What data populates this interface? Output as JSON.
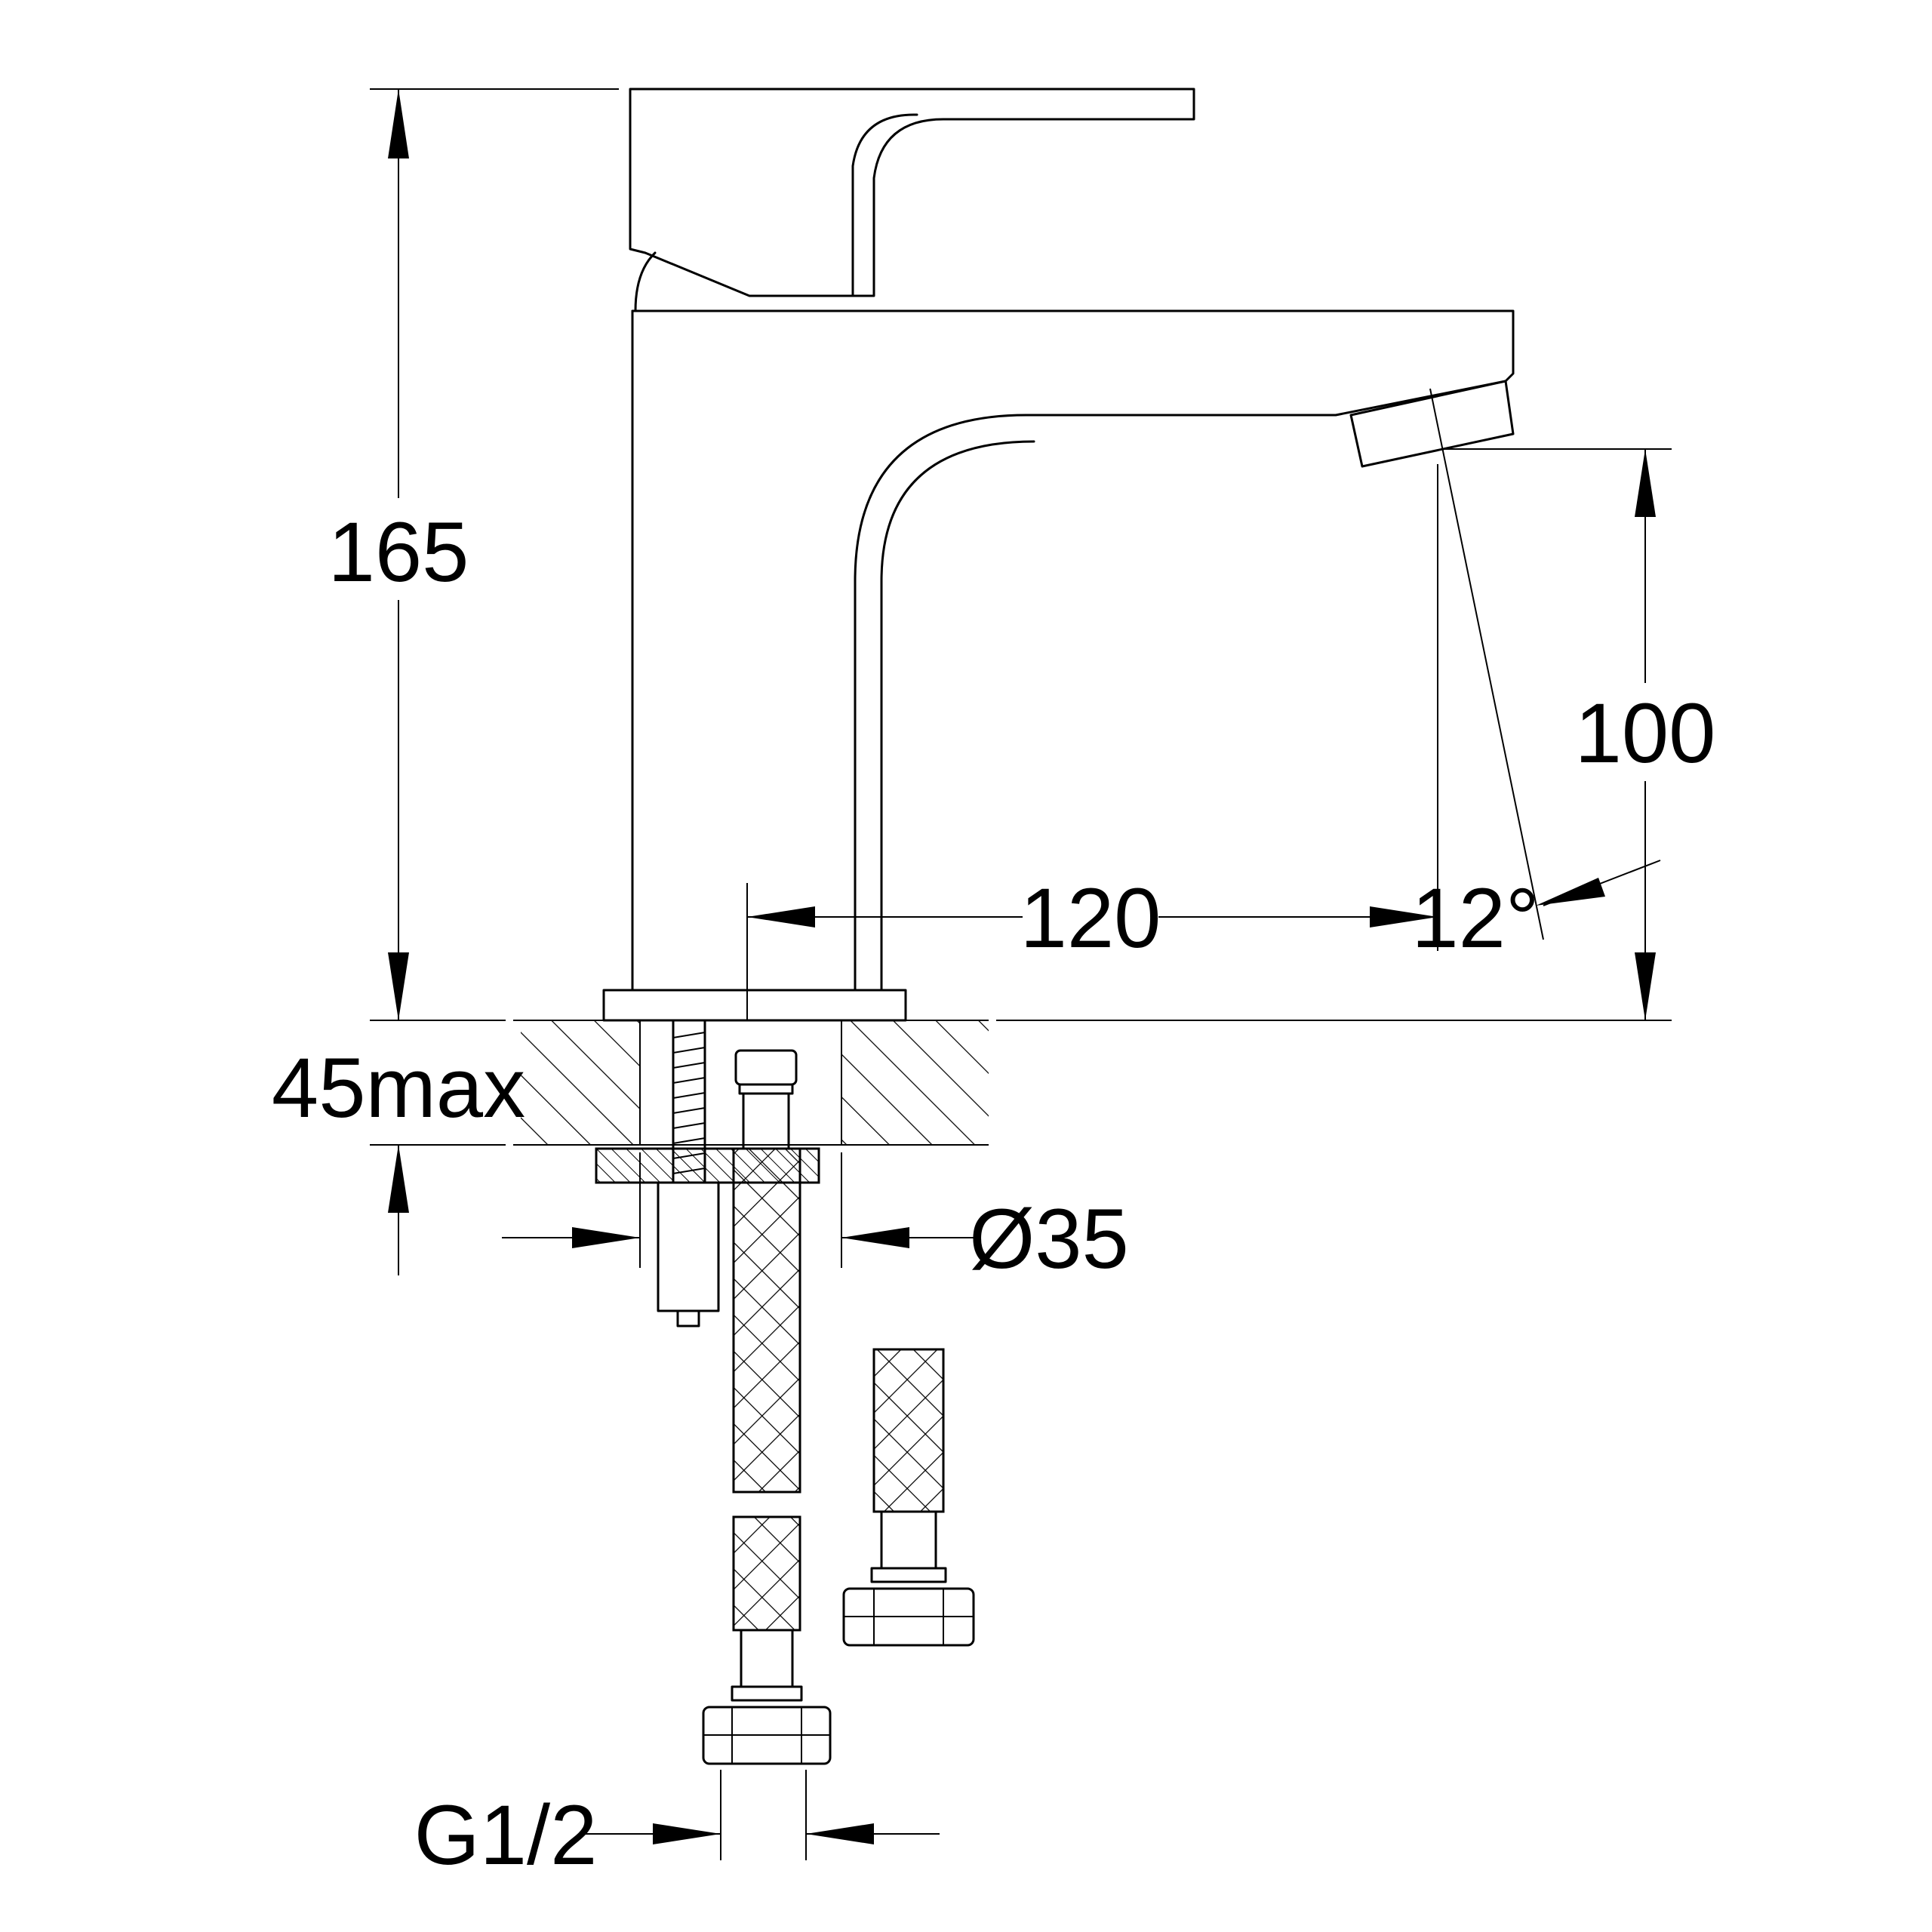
{
  "dimensions": {
    "total_height": "165",
    "spout_height": "100",
    "spout_reach": "120",
    "spout_angle": "12°",
    "deck_thickness": "45max",
    "hole_diameter": "Ø35",
    "hose_thread": "G1/2"
  }
}
